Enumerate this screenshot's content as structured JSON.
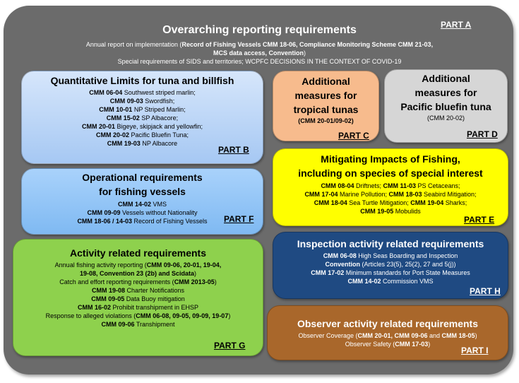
{
  "header": {
    "title": "Overarching reporting requirements",
    "part": "PART A",
    "line1_plain": "Annual report on implementation (",
    "line1_bold": "Record of Fishing Vessels CMM 18-06, Compliance Monitoring Scheme CMM 21-03,",
    "line2_bold": "MCS data access, Convention",
    "line2_plain": ")",
    "line3": "Special requirements of SIDS and territories; WCPFC DECISIONS IN THE CONTEXT OF COVID-19"
  },
  "part_b": {
    "title": "Quantitative Limits for tuna and billfish",
    "part": "PART B",
    "lines": [
      {
        "code": "CMM 06-04",
        "desc": " Southwest striped marlin;"
      },
      {
        "code": "CMM 09-03",
        "desc": " Swordfish;"
      },
      {
        "code": "CMM 10-01",
        "desc": " NP Striped Marlin;"
      },
      {
        "code": "CMM 15-02",
        "desc": " SP Albacore;"
      },
      {
        "code": "CMM 20-01",
        "desc": " Bigeye, skipjack and yellowfin;"
      },
      {
        "code": "CMM 20-02",
        "desc": " Pacific Bluefin Tuna;"
      },
      {
        "code": "CMM 19-03",
        "desc": " NP Albacore"
      }
    ]
  },
  "part_f": {
    "title1": "Operational requirements",
    "title2": "for fishing vessels",
    "part": "PART F",
    "lines": [
      {
        "code": "CMM 14-02",
        "desc": " VMS"
      },
      {
        "code": "CMM 09-09",
        "desc": " Vessels without Nationality"
      },
      {
        "code": "CMM 18-06 / 14-03",
        "desc": " Record of Fishing Vessels"
      }
    ]
  },
  "part_g": {
    "title": "Activity related requirements",
    "part": "PART G",
    "l1_plain": "Annual fishing activity reporting (",
    "l1_bold": "CMM 09-06, 20-01, 19-04,",
    "l2_bold": "19-08, Convention 23 (2b) and Scidata",
    "l2_plain": ")",
    "l3_plain": "Catch and effort reporting requirements (",
    "l3_bold": "CMM 2013-05",
    "l3_end": ")",
    "l4_code": "CMM 19-08",
    "l4_desc": " Charter Notifications",
    "l5_code": "CMM 09-05",
    "l5_desc": " Data Buoy mitigation",
    "l6_code": "CMM 16-02",
    "l6_desc": " Prohibit transhipment in EHSP",
    "l7_plain": "Response to alleged violations (",
    "l7_bold": "CMM 06-08, 09-05, 09-09, 19-07",
    "l7_end": ")",
    "l8_code": "CMM 09-06",
    "l8_desc": " Transhipment"
  },
  "part_c": {
    "title1": "Additional",
    "title2": "measures for",
    "title3": "tropical tunas",
    "sub": "(CMM 20-01/09-02)",
    "part": "PART C"
  },
  "part_d": {
    "title1": "Additional",
    "title2": "measures for",
    "title3": "Pacific bluefin tuna",
    "sub": "(CMM 20-02)",
    "part": "PART D"
  },
  "part_e": {
    "title1": "Mitigating Impacts of Fishing,",
    "title2": "including on species of special interest",
    "part": "PART E",
    "l1a_code": "CMM 08-04",
    "l1a_desc": " Driftnets; ",
    "l1b_code": "CMM 11-03",
    "l1b_desc": " PS Cetaceans;",
    "l2a_code": "CMM 17-04",
    "l2a_desc": " Marine Pollution; ",
    "l2b_code": "CMM 18-03",
    "l2b_desc": " Seabird Mitigation;",
    "l3a_code": "CMM 18-04",
    "l3a_desc": " Sea Turtle Mitigation; ",
    "l3b_code": "CMM 19-04",
    "l3b_desc": " Sharks;",
    "l4_code": "CMM 19-05",
    "l4_desc": " Mobulids"
  },
  "part_h": {
    "title": "Inspection activity related requirements",
    "part": "PART H",
    "l1_code": "CMM 06-08",
    "l1_desc": " High Seas Boarding and Inspection",
    "l2_code": "Convention",
    "l2_desc": " (Articles 23(5), 25(2), 27 and 5(j))",
    "l3_code": "CMM 17-02",
    "l3_desc": " Minimum standards for Port State Measures",
    "l4_code": "CMM 14-02",
    "l4_desc": " Commission VMS"
  },
  "part_i": {
    "title": "Observer activity related requirements",
    "part": "PART I",
    "l1_plain": "Observer Coverage (",
    "l1_bold": "CMM 20-01, CMM 09-06",
    "l1_mid": " and ",
    "l1_bold2": "CMM 18-05",
    "l1_end": ")",
    "l2_plain": "Observer Safety (",
    "l2_bold": "CMM 17-03",
    "l2_end": ")"
  }
}
